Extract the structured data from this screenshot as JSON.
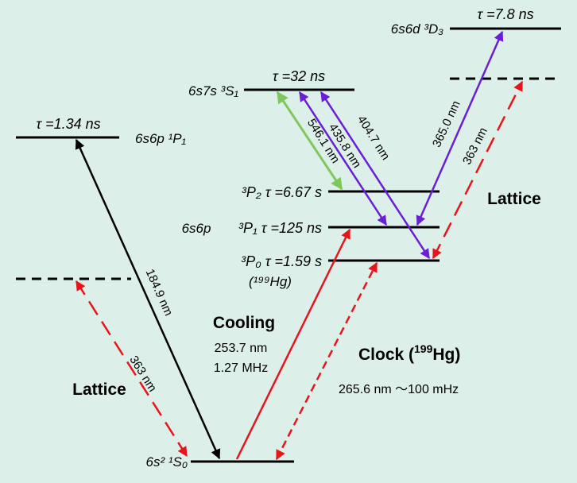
{
  "colors": {
    "background": "#dcefe8",
    "level": "#000000",
    "black_arrow": "#000000",
    "red_arrow": "#e8141c",
    "purple_arrow": "#6a1fd6",
    "green_arrow": "#7ec85a"
  },
  "levels": {
    "s1s0": {
      "label": "6s² ¹S₀"
    },
    "p1p1": {
      "label": "6s6p ¹P₁",
      "tau": "τ =1.34 ns"
    },
    "s3s1": {
      "label": "6s7s ³S₁",
      "tau": "τ =32 ns"
    },
    "d3d3": {
      "label": "6s6d ³D₃",
      "tau": "τ =7.8 ns"
    },
    "p3p2": {
      "label": "³P₂ τ =6.67 s"
    },
    "p3p1": {
      "label": "³P₁ τ =125 ns"
    },
    "p3p0": {
      "label": "³P₀ τ =1.59 s"
    },
    "hg_isotope": "(¹⁹⁹Hg)",
    "manifold": "6s6p"
  },
  "transitions": {
    "w1849": "184.9 nm",
    "w363_left": "363 nm",
    "w363_right": "363 nm",
    "w5461": "546.1 nm",
    "w4358": "435.8 nm",
    "w4047": "404.7 nm",
    "w3650": "365.0 nm"
  },
  "labels": {
    "lattice_left": "Lattice",
    "lattice_right": "Lattice",
    "cooling_title": "Cooling",
    "cooling_wavelength": "253.7 nm",
    "cooling_linewidth": "1.27 MHz",
    "clock_title_prefix": "Clock (",
    "clock_title_isotope": "199",
    "clock_title_suffix": "Hg)",
    "clock_info": "265.6 nm ～100 mHz"
  }
}
